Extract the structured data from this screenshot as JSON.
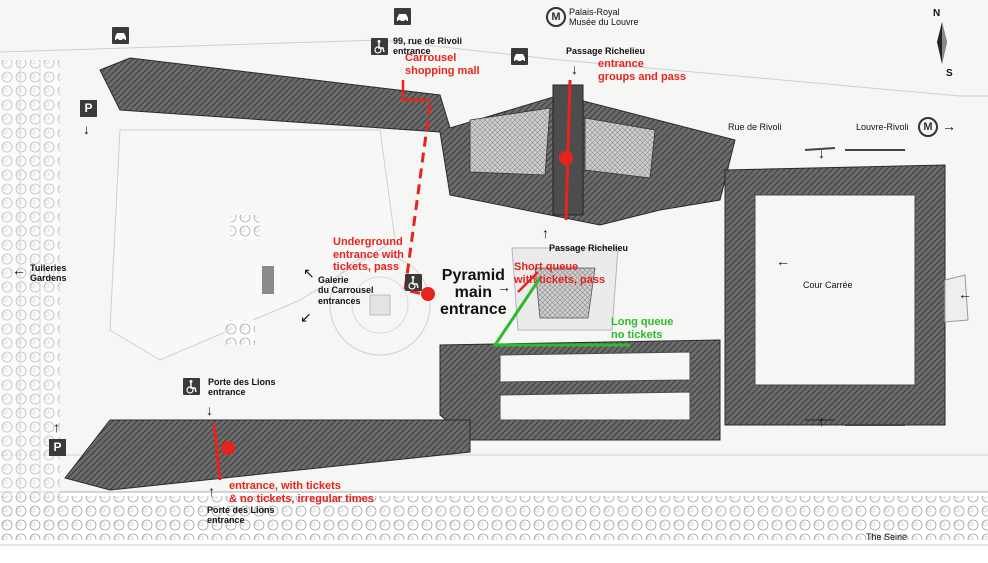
{
  "compass": {
    "north": "N",
    "south": "S"
  },
  "metro": {
    "top_label": "Palais-Royal\nMusée du Louvre",
    "right_label": "Louvre-Rivoli",
    "symbol": "M"
  },
  "streets": {
    "rivoli": "Rue de Rivoli",
    "seine": "The Seine"
  },
  "places": {
    "tuileries": "Tuileries\nGardens",
    "galerie": "Galerie\ndu Carrousel\nentrances",
    "cour": "Cour Carrée"
  },
  "entrances": {
    "rivoli99": "99, rue de Rivoli\nentrance",
    "richelieu_top": "Passage Richelieu",
    "richelieu_bottom": "Passage Richelieu",
    "lions_top": "Porte des Lions\nentrance",
    "lions_bottom": "Porte des Lions\nentrance"
  },
  "annotations": {
    "carrousel": "Carrousel\nshopping mall",
    "groups": "entrance\ngroups and pass",
    "underground": "Underground\nentrance with\ntickets, pass",
    "short_queue": "Short queue\nwith tickets, pass",
    "long_queue": "Long queue\nno tickets",
    "lions": "entrance, with tickets\n& no tickets, irregular times",
    "pyramid": "Pyramid\nmain\nentrance"
  },
  "parking": "P",
  "colors": {
    "red": "#e8231c",
    "green": "#2dbb2d",
    "building": "#5a5a5a",
    "icon": "#3a3a3a"
  },
  "icons": [
    "taxi-icon",
    "wheelchair-icon",
    "parking-icon",
    "metro-icon",
    "arrow-icon",
    "compass-icon"
  ]
}
